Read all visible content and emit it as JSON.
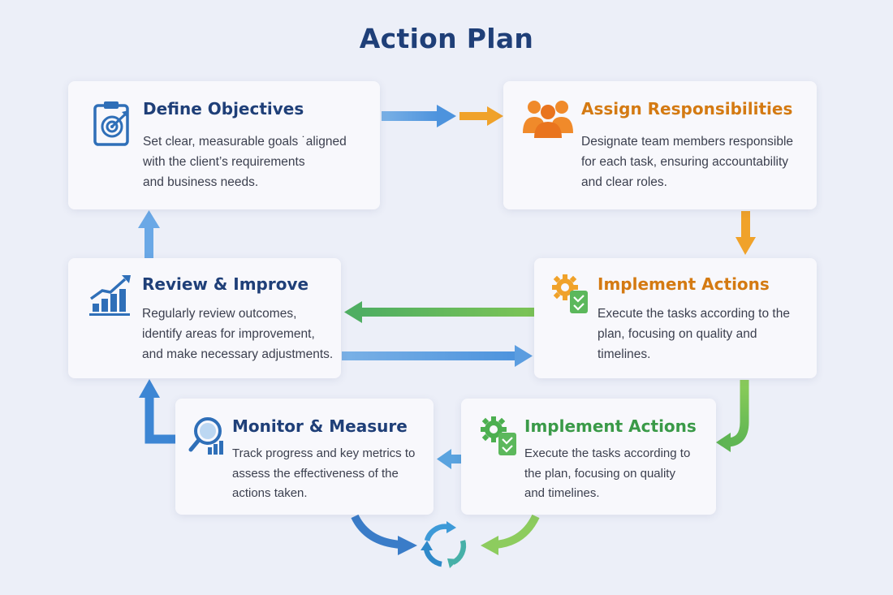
{
  "title": "Action Plan",
  "colors": {
    "blue_title": "#1f3f78",
    "orange_title": "#d47a12",
    "green_title": "#3a9a48",
    "arrow_blue": "#5b9de0",
    "arrow_orange": "#f0a22a",
    "arrow_green": "#6cbf4f"
  },
  "steps": [
    {
      "title": "Define Objectives",
      "icon": "clipboard-target-icon",
      "lines": [
        "Set clear, measurable goals ˙aligned",
        "with the client’s requirements",
        "and business needs."
      ]
    },
    {
      "title": "Assign Responsibilities",
      "icon": "team-icon",
      "lines": [
        "Designate team members responsible",
        "for each task, ensuring accountability",
        "and clear roles."
      ]
    },
    {
      "title": "Review & Improve",
      "icon": "growth-chart-icon",
      "lines": [
        "Regularly review outcomes,",
        "identify areas for improvement,",
        "and make necessary adjustments."
      ]
    },
    {
      "title": "Implement Actions",
      "icon": "gear-checklist-icon",
      "lines": [
        "Execute the tasks according to the",
        "plan, focusing on quality and",
        "timelines."
      ]
    },
    {
      "title": "Monitor & Measure",
      "icon": "magnifier-chart-icon",
      "lines": [
        "Track progress and key metrics to",
        "assess the effectiveness of the",
        "actions taken."
      ]
    },
    {
      "title": "Implement Actions",
      "icon": "gear-checklist-icon",
      "lines": [
        "Execute the tasks according to",
        "the plan, focusing on quality",
        "and timelines."
      ]
    }
  ],
  "cycle_icon": "cycle-arrows-icon"
}
